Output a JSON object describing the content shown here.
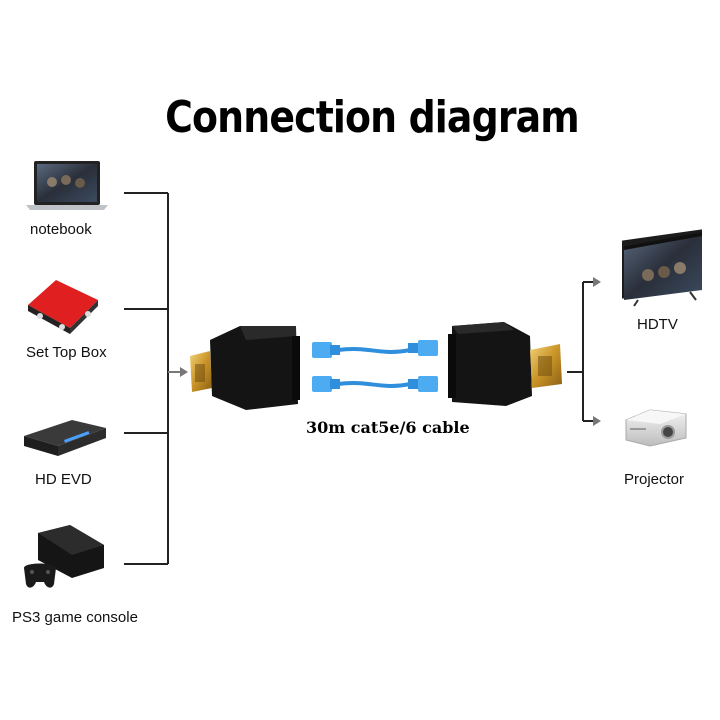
{
  "title": "Connection diagram",
  "sources": [
    {
      "label": "notebook",
      "icon": "notebook-icon"
    },
    {
      "label": "Set Top Box",
      "icon": "set-top-box-icon"
    },
    {
      "label": "HD EVD",
      "icon": "dvd-player-icon"
    },
    {
      "label": "PS3 game console",
      "icon": "game-console-icon"
    }
  ],
  "outputs": [
    {
      "label": "HDTV",
      "icon": "hdtv-icon"
    },
    {
      "label": "Projector",
      "icon": "projector-icon"
    }
  ],
  "cable_label": "30m cat5e/6 cable",
  "colors": {
    "cable": "#2f8fdc",
    "adapter": "#141414",
    "connector_gold": "#d4a437",
    "line": "#222222",
    "arrow": "#777777"
  }
}
